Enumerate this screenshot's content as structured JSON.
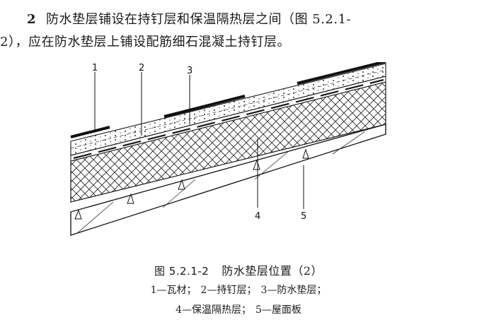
{
  "paragraph": {
    "number": "2",
    "line1": "防水垫层铺设在持钉层和保温隔热层之间（图 5.2.1-",
    "line2": "2），应在防水垫层上铺设配筋细石混凝土持钉层。"
  },
  "figure": {
    "callouts": [
      "1",
      "2",
      "3",
      "4",
      "5"
    ]
  },
  "caption": {
    "figure_number": "图 5.2.1-2",
    "title": "防水垫层位置（2）",
    "legend_line1": [
      "1—瓦材；",
      "2—持钉层；",
      "3—防水垫层；"
    ],
    "legend_line2": [
      "4—保温隔热层；",
      "5—屋面板"
    ]
  }
}
